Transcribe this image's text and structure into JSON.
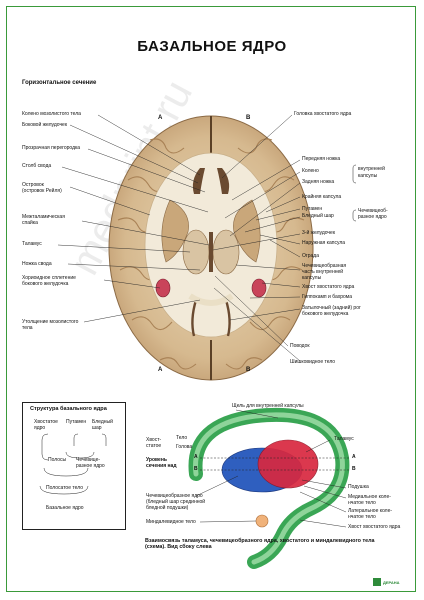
{
  "title": "БАЗАЛЬНОЕ ЯДРО",
  "section": "Горизонтальное сечение",
  "letters": {
    "a": "A",
    "b": "B"
  },
  "left_labels": [
    "Колено мозолистого тела",
    "Боковой желудочек",
    "Прозрачная перегородка",
    "Столб свода",
    "Островок",
    "(островок Рейля)",
    "Межталамическая",
    "спайка",
    "Таламус",
    "Ножка свода",
    "Хориоидное сплетение",
    "бокового желудочка",
    "Утолщение мозолистого",
    "тела"
  ],
  "right_labels": [
    "Головка хвостатого ядра",
    "Передняя ножка",
    "Колено",
    "Задняя ножка",
    "внутренней",
    "капсулы",
    "Крайняя капсула",
    "Путамен",
    "Бледный шар",
    "Чечевицеоб-",
    "разное ядро",
    "3-й желудочек",
    "Наружная капсула",
    "Ограда",
    "Чечевицеобразная",
    "часть внутренней",
    "капсулы",
    "Хвост хвостатого ядра",
    "Гиппокамп и бахрома",
    "Затылочный (задний) рог",
    "бокового желудочка",
    "Поводок",
    "Шишковидное тело"
  ],
  "structure_box": {
    "title": "Структура базального ядра",
    "items": [
      "Хвостатое",
      "ядро",
      "Путамен",
      "Бледный",
      "шар",
      "Полосы",
      "Чечевице-",
      "разное ядро",
      "Полосатое тело",
      "Базальное ядро"
    ]
  },
  "schema_labels": {
    "slit": "Щель для внутренней капсулы",
    "tail_caudate": "Хвост-",
    "tail_caudate2": "статое",
    "body": "Тело",
    "head": "Голова",
    "level": "Уровень",
    "level2": "сечения над",
    "thalamus": "Таламус",
    "lentiform1": "Чечевицеобразное ядро",
    "lentiform2": "(бледный шар срединной",
    "lentiform3": "бледной подушки)",
    "pulvinar": "Подушка",
    "medial1": "Медиальное коле-",
    "medial2": "нчатое тело",
    "lateral1": "Латеральное коле-",
    "lateral2": "нчатое тело",
    "amygdala": "Миндалевидное тело",
    "tail": "Хвост хвостатого ядра"
  },
  "caption": "Взаимосвязь таламуса, чечевицеобразного ядра, хвостатого и миндалевидного тела (схема). Вид сбоку слева",
  "logo": "ДЕРАНА"
}
